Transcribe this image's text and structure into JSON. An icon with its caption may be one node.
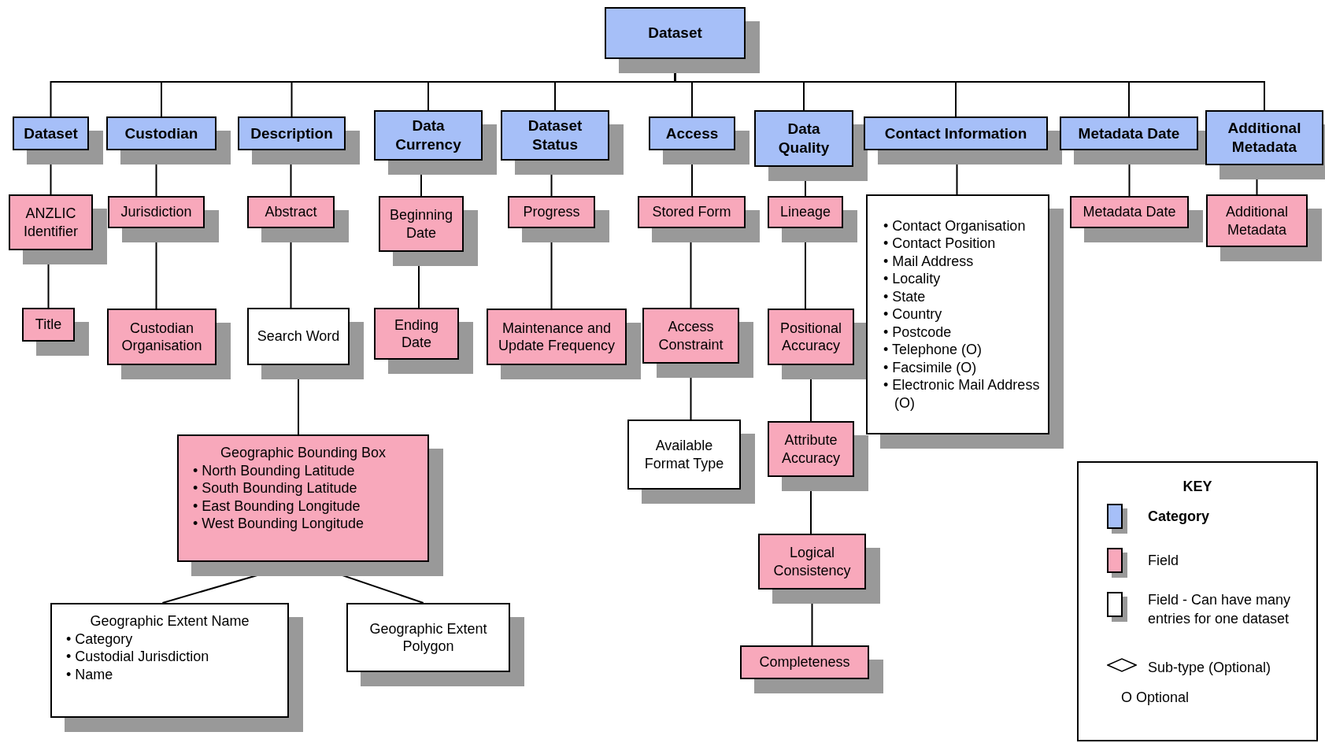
{
  "diagram": {
    "nodes": [
      {
        "text": [
          "Dataset"
        ]
      },
      {
        "text": [
          "Dataset"
        ]
      },
      {
        "text": [
          "Custodian"
        ]
      },
      {
        "text": [
          "Description"
        ]
      },
      {
        "text": [
          "Data Currency"
        ]
      },
      {
        "text": [
          "Dataset Status"
        ]
      },
      {
        "text": [
          "Access"
        ]
      },
      {
        "text": [
          "Data Quality"
        ]
      },
      {
        "text": [
          "Contact Information"
        ]
      },
      {
        "text": [
          "Metadata Date"
        ]
      },
      {
        "text": [
          "Additional Metadata"
        ]
      },
      {
        "text": [
          "ANZLIC Identifier"
        ]
      },
      {
        "text": [
          "Title"
        ]
      },
      {
        "text": [
          "Jurisdiction"
        ]
      },
      {
        "text": [
          "Custodian Organisation"
        ]
      },
      {
        "text": [
          "Abstract"
        ]
      },
      {
        "text": [
          "Search Word"
        ]
      },
      {
        "text": [
          "Geographic Bounding Box",
          "• North Bounding Latitude",
          "• South Bounding Latitude",
          "• East Bounding Longitude",
          "• West Bounding Longitude"
        ]
      },
      {
        "text": [
          "Geographic Extent Name",
          "• Category",
          "• Custodial Jurisdiction",
          "• Name"
        ]
      },
      {
        "text": [
          "Geographic Extent Polygon"
        ]
      },
      {
        "text": [
          "Beginning Date"
        ]
      },
      {
        "text": [
          "Ending Date"
        ]
      },
      {
        "text": [
          "Progress"
        ]
      },
      {
        "text": [
          "Maintenance and Update Frequency"
        ]
      },
      {
        "text": [
          "Stored Form"
        ]
      },
      {
        "text": [
          "Access Constraint"
        ]
      },
      {
        "text": [
          "Available Format Type"
        ]
      },
      {
        "text": [
          "Lineage"
        ]
      },
      {
        "text": [
          "Positional Accuracy"
        ]
      },
      {
        "text": [
          "Attribute Accuracy"
        ]
      },
      {
        "text": [
          "Logical Consistency"
        ]
      },
      {
        "text": [
          "Completeness"
        ]
      },
      {
        "text": [
          "• Contact Organisation",
          "• Contact Position",
          "• Mail Address",
          "• Locality",
          "• State",
          "• Country",
          "• Postcode",
          "• Telephone (O)",
          "• Facsimile (O)",
          "• Electronic Mail Address (O)"
        ]
      },
      {
        "text": [
          "Metadata Date"
        ]
      },
      {
        "text": [
          "Additional Metadata"
        ]
      }
    ],
    "edges": [
      {
        "from": 0,
        "to": 1,
        "arrow": "none"
      },
      {
        "from": 0,
        "to": 2,
        "arrow": "none"
      },
      {
        "from": 0,
        "to": 3,
        "arrow": "none"
      },
      {
        "from": 0,
        "to": 4,
        "arrow": "none"
      },
      {
        "from": 0,
        "to": 5,
        "arrow": "none"
      },
      {
        "from": 0,
        "to": 6,
        "arrow": "none"
      },
      {
        "from": 0,
        "to": 7,
        "arrow": "none"
      },
      {
        "from": 0,
        "to": 8,
        "arrow": "none"
      },
      {
        "from": 0,
        "to": 9,
        "arrow": "none"
      },
      {
        "from": 0,
        "to": 10,
        "arrow": "none"
      },
      {
        "from": 1,
        "to": 11,
        "arrow": "none"
      },
      {
        "from": 11,
        "to": 12,
        "arrow": "none"
      },
      {
        "from": 2,
        "to": 13,
        "arrow": "none"
      },
      {
        "from": 13,
        "to": 14,
        "arrow": "none"
      },
      {
        "from": 3,
        "to": 15,
        "arrow": "none"
      },
      {
        "from": 15,
        "to": 16,
        "arrow": "none"
      },
      {
        "from": 16,
        "to": 17,
        "arrow": "none"
      },
      {
        "from": 17,
        "to": 18,
        "arrow": "other"
      },
      {
        "from": 17,
        "to": 19,
        "arrow": "other"
      },
      {
        "from": 4,
        "to": 20,
        "arrow": "none"
      },
      {
        "from": 20,
        "to": 21,
        "arrow": "none"
      },
      {
        "from": 5,
        "to": 22,
        "arrow": "none"
      },
      {
        "from": 22,
        "to": 23,
        "arrow": "none"
      },
      {
        "from": 6,
        "to": 24,
        "arrow": "none"
      },
      {
        "from": 24,
        "to": 25,
        "arrow": "none"
      },
      {
        "from": 25,
        "to": 26,
        "arrow": "none"
      },
      {
        "from": 7,
        "to": 27,
        "arrow": "none"
      },
      {
        "from": 27,
        "to": 28,
        "arrow": "none"
      },
      {
        "from": 28,
        "to": 29,
        "arrow": "none"
      },
      {
        "from": 29,
        "to": 30,
        "arrow": "none"
      },
      {
        "from": 30,
        "to": 31,
        "arrow": "none"
      },
      {
        "from": 8,
        "to": 32,
        "arrow": "none"
      },
      {
        "from": 9,
        "to": 33,
        "arrow": "none"
      },
      {
        "from": 10,
        "to": 34,
        "arrow": "none"
      }
    ],
    "labels": [
      "KEY",
      "O Optional"
    ],
    "legend": [
      {
        "text": "Category",
        "color": "#a6bff8"
      },
      {
        "text": "Field",
        "color": "#f8a8bb"
      },
      {
        "text": "Field - Can have many entries for one dataset",
        "color": "#ffffff"
      },
      {
        "text": "Sub-type (Optional)"
      }
    ]
  }
}
